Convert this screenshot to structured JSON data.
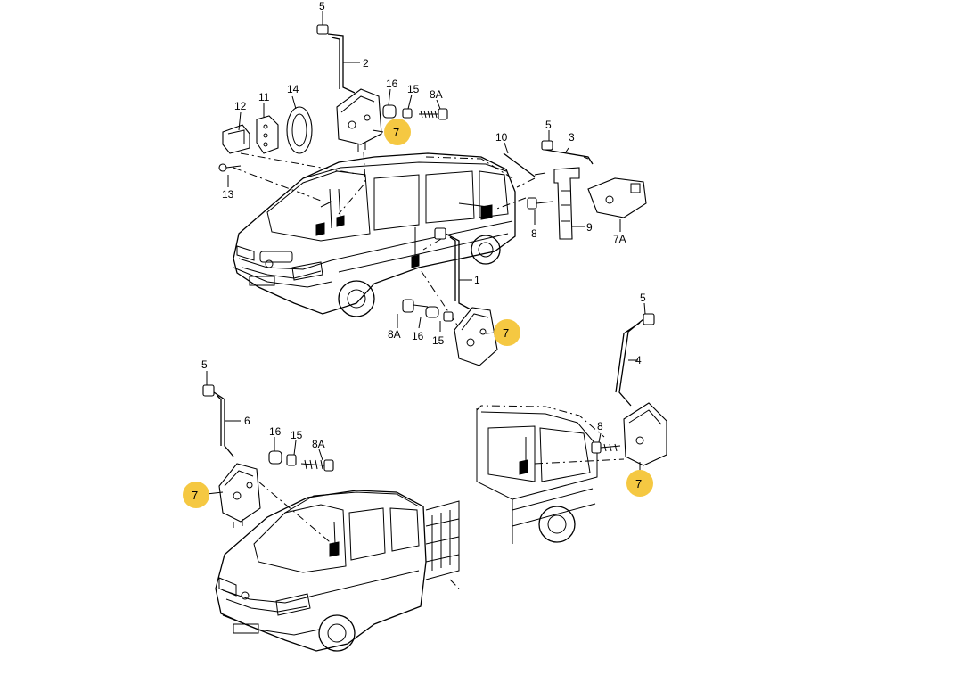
{
  "diagram": {
    "labels": {
      "l5a": "5",
      "l2": "2",
      "l16a": "16",
      "l15a": "15",
      "l8Aa": "8A",
      "l12": "12",
      "l11": "11",
      "l14": "14",
      "l13": "13",
      "l5b": "5",
      "l10": "10",
      "l3": "3",
      "l9": "9",
      "l8a": "8",
      "l7A": "7A",
      "l1": "1",
      "l8Ab": "8A",
      "l16b": "16",
      "l15b": "15",
      "l5c": "5",
      "l4": "4",
      "l8b": "8",
      "l5d": "5",
      "l6": "6",
      "l16c": "16",
      "l15c": "15",
      "l8Ac": "8A"
    },
    "callouts": {
      "c1": "7",
      "c2": "7",
      "c3": "7",
      "c4": "7"
    },
    "colors": {
      "callout_fill": "#f5c842",
      "line": "#000000",
      "background": "#ffffff"
    }
  }
}
